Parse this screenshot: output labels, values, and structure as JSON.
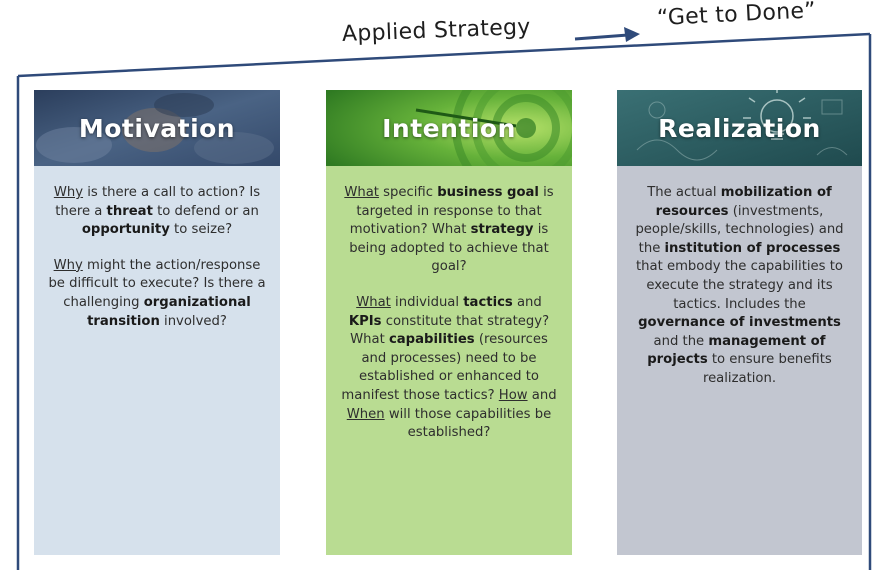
{
  "header": {
    "title": "Applied Strategy",
    "done": "“Get to Done”",
    "colors": {
      "arrow": "#2f4a7a",
      "frame": "#2f4a7a"
    }
  },
  "columns": {
    "motivation": {
      "title": "Motivation",
      "colors": {
        "banner": "#3e5676",
        "body": "#d6e1ec"
      },
      "p1": {
        "a": "Why",
        "b": " is there a call to action? Is there a ",
        "c": "threat",
        "d": " to defend or an ",
        "e": "opportunity",
        "f": " to seize?"
      },
      "p2": {
        "a": "Why",
        "b": " might the action/response be difficult to execute? Is there a challenging ",
        "c": "organizational transition",
        "d": " involved?"
      }
    },
    "intention": {
      "title": "Intention",
      "colors": {
        "banner": "#5aa52f",
        "body": "#b9dc92"
      },
      "p1": {
        "a": "What",
        "b": " specific ",
        "c": "business goal",
        "d": " is targeted in response to that motivation? What ",
        "e": "strategy",
        "f": " is being adopted to achieve that goal?"
      },
      "p2": {
        "a": "What",
        "b": " individual ",
        "c": "tactics",
        "d": " and ",
        "e": "KPIs",
        "f": " constitute that strategy? What ",
        "g": "capabilities",
        "h": " (resources and processes) need to be established or enhanced to manifest those tactics? ",
        "i": "How",
        "j": " and ",
        "k": "When",
        "l": " will those capabilities be established?"
      }
    },
    "realization": {
      "title": "Realization",
      "colors": {
        "banner": "#2f6467",
        "body": "#c2c6d0"
      },
      "p1": {
        "a": "The actual ",
        "b": "mobilization of resources",
        "c": " (investments, people/skills, technologies) and the ",
        "d": "institution of processes",
        "e": " that embody the capabilities to execute the strategy and its tactics.  Includes the ",
        "f": "governance of investments",
        "g": " and the ",
        "h": "management of projects",
        "i": " to ensure benefits realization."
      }
    }
  }
}
